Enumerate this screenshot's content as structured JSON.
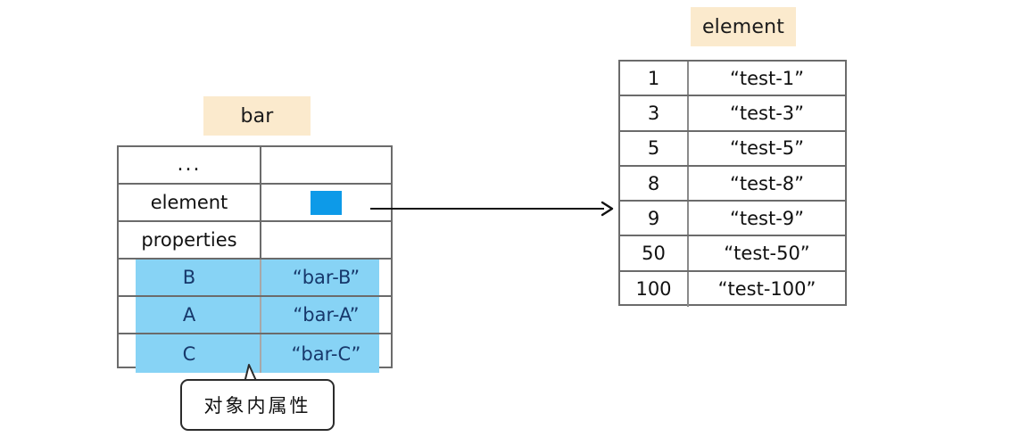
{
  "diagram": {
    "kind": "object-reference-diagram",
    "colors": {
      "chip_bg": "#fbeacd",
      "highlight_row": "#87d3f5",
      "pointer_square": "#0d9ae8",
      "highlight_text": "#17386b",
      "table_border": "#6b6b6b",
      "line": "#111111"
    }
  },
  "bar_table": {
    "title": "bar",
    "rows": [
      {
        "key": "...",
        "value": "",
        "highlight": false,
        "pointer": false
      },
      {
        "key": "element",
        "value": "",
        "highlight": false,
        "pointer": true
      },
      {
        "key": "properties",
        "value": "",
        "highlight": false,
        "pointer": false
      },
      {
        "key": "B",
        "value": "“bar-B”",
        "highlight": true,
        "pointer": false
      },
      {
        "key": "A",
        "value": "“bar-A”",
        "highlight": true,
        "pointer": false
      },
      {
        "key": "C",
        "value": "“bar-C”",
        "highlight": true,
        "pointer": false
      }
    ]
  },
  "element_table": {
    "title": "element",
    "rows": [
      {
        "index": "1",
        "value": "“test-1”"
      },
      {
        "index": "3",
        "value": "“test-3”"
      },
      {
        "index": "5",
        "value": "“test-5”"
      },
      {
        "index": "8",
        "value": "“test-8”"
      },
      {
        "index": "9",
        "value": "“test-9”"
      },
      {
        "index": "50",
        "value": "“test-50”"
      },
      {
        "index": "100",
        "value": "“test-100”"
      }
    ]
  },
  "callout": {
    "text": "对象内属性"
  },
  "arrow": {
    "from": "bar.element pointer square",
    "to": "element table"
  }
}
